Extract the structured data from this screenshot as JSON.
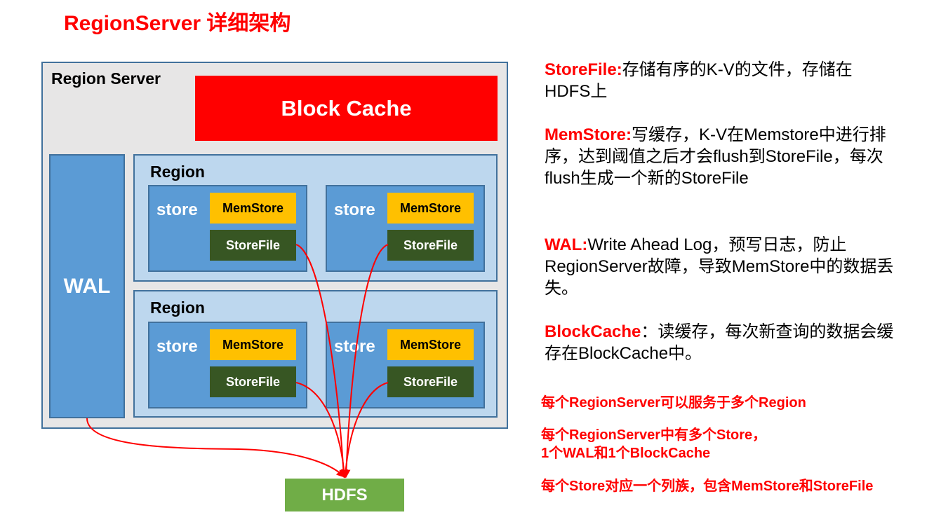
{
  "title": "RegionServer 详细架构",
  "diagram": {
    "region_server_label": "Region Server",
    "block_cache_label": "Block Cache",
    "wal_label": "WAL",
    "regions": [
      {
        "label": "Region",
        "stores": [
          {
            "label": "store",
            "memstore": "MemStore",
            "storefile": "StoreFile"
          },
          {
            "label": "store",
            "memstore": "MemStore",
            "storefile": "StoreFile"
          }
        ]
      },
      {
        "label": "Region",
        "stores": [
          {
            "label": "store",
            "memstore": "MemStore",
            "storefile": "StoreFile"
          },
          {
            "label": "store",
            "memstore": "MemStore",
            "storefile": "StoreFile"
          }
        ]
      }
    ],
    "hdfs_label": "HDFS",
    "arrows": [
      {
        "from": "region-1-store-1-storefile",
        "to": "hdfs"
      },
      {
        "from": "region-1-store-2-storefile",
        "to": "hdfs"
      },
      {
        "from": "region-2-store-1-storefile",
        "to": "hdfs"
      },
      {
        "from": "region-2-store-2-storefile",
        "to": "hdfs"
      },
      {
        "from": "wal",
        "to": "hdfs"
      }
    ],
    "colors": {
      "title": "#ff0000",
      "region_server_bg": "#e7e6e6",
      "border": "#41719c",
      "block_cache": "#ff0000",
      "wal": "#5b9bd5",
      "region": "#bdd7ee",
      "store": "#5b9bd5",
      "memstore": "#ffc000",
      "storefile": "#375623",
      "hdfs": "#70ad47",
      "arrow": "#ff0000"
    }
  },
  "descriptions": [
    {
      "key": "StoreFile:",
      "text": "存储有序的K-V的文件，存储在HDFS上"
    },
    {
      "key": "MemStore:",
      "text": "写缓存，K-V在Memstore中进行排序，达到阈值之后才会flush到StoreFile，每次flush生成一个新的StoreFile"
    },
    {
      "key": "WAL:",
      "text": "Write Ahead Log，预写日志，防止RegionServer故障，导致MemStore中的数据丢失。"
    },
    {
      "key": "BlockCache",
      "text": "：读缓存，每次新查询的数据会缓存在BlockCache中。"
    }
  ],
  "notes": [
    {
      "lines": [
        "每个RegionServer可以服务于多个Region"
      ]
    },
    {
      "lines": [
        "每个RegionServer中有多个Store，",
        "1个WAL和1个BlockCache"
      ]
    },
    {
      "lines": [
        "每个Store对应一个列族，包含MemStore和StoreFile"
      ]
    }
  ]
}
